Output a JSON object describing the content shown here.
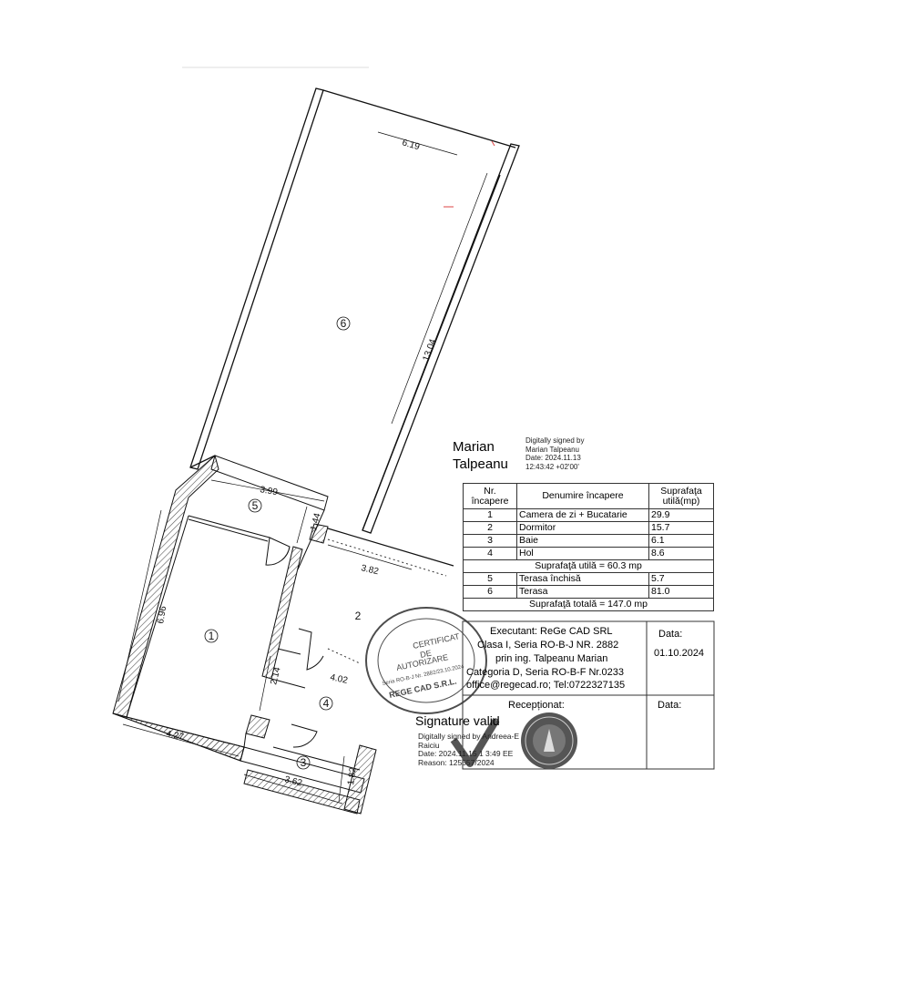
{
  "signer": {
    "name_line1": "Marian",
    "name_line2": "Talpeanu",
    "signed_label": "Digitally signed by",
    "signed_name": "Marian Talpeanu",
    "date_line": "Date: 2024.11.13",
    "time_line": "12:43:42 +02'00'"
  },
  "dimensions": {
    "terrace_width": "6.19",
    "terrace_length": "13.04",
    "closed_terrace_width": "3.99",
    "closed_terrace_depth": "1.44",
    "living_length": "6.96",
    "living_width": "4.27",
    "bedroom_width": "3.82",
    "bedroom_depth": "4.02",
    "hall_depth": "2.14",
    "bath_width": "3.62",
    "bath_depth": "1.82"
  },
  "room_markers": [
    "1",
    "2",
    "3",
    "4",
    "5",
    "6"
  ],
  "table": {
    "headers": [
      "Nr. încapere",
      "Denumire încapere",
      "Suprafaţa utilă(mp)"
    ],
    "rows": [
      {
        "nr": "1",
        "name": "Camera de zi + Bucatarie",
        "area": "29.9"
      },
      {
        "nr": "2",
        "name": "Dormitor",
        "area": "15.7"
      },
      {
        "nr": "3",
        "name": "Baie",
        "area": "6.1"
      },
      {
        "nr": "4",
        "name": "Hol",
        "area": "8.6"
      }
    ],
    "useful_total": "Suprafaţă utilă = 60.3 mp",
    "rows2": [
      {
        "nr": "5",
        "name": "Terasa închisă",
        "area": "5.7"
      },
      {
        "nr": "6",
        "name": "Terasa",
        "area": "81.0"
      }
    ],
    "grand_total": "Suprafaţă totală = 147.0 mp"
  },
  "executant": {
    "line1": "Executant: ReGe CAD SRL",
    "line2": "Clasa I, Seria RO-B-J NR. 2882",
    "line3": "prin ing. Talpeanu Marian",
    "line4": "Categoria D, Seria RO-B-F Nr.0233",
    "line5": "office@regecad.ro; Tel:0722327135",
    "data_label": "Data:",
    "data_value": "01.10.2024",
    "receptionat": "Recepționat:",
    "data_label2": "Data:"
  },
  "stamp": {
    "line1": "CERTIFICAT",
    "line2": "DE",
    "line3": "AUTORIZARE",
    "line4": "Seria RO-B-J Nr. 2882/23.10.2024",
    "line5": "REGE CAD S.R.L."
  },
  "signature2": {
    "valid": "Signature valid",
    "line1": "Digitally signed by Andreea-E",
    "line2": "Raiciu",
    "line3": "Date: 2024.11.15 1 3:49 EE",
    "line4": "Reason: 125557/2024"
  },
  "colors": {
    "wall_hatch": "#555555",
    "ink": "#111111",
    "stamp": "#3a3a3a",
    "checkmark": "#555555"
  }
}
